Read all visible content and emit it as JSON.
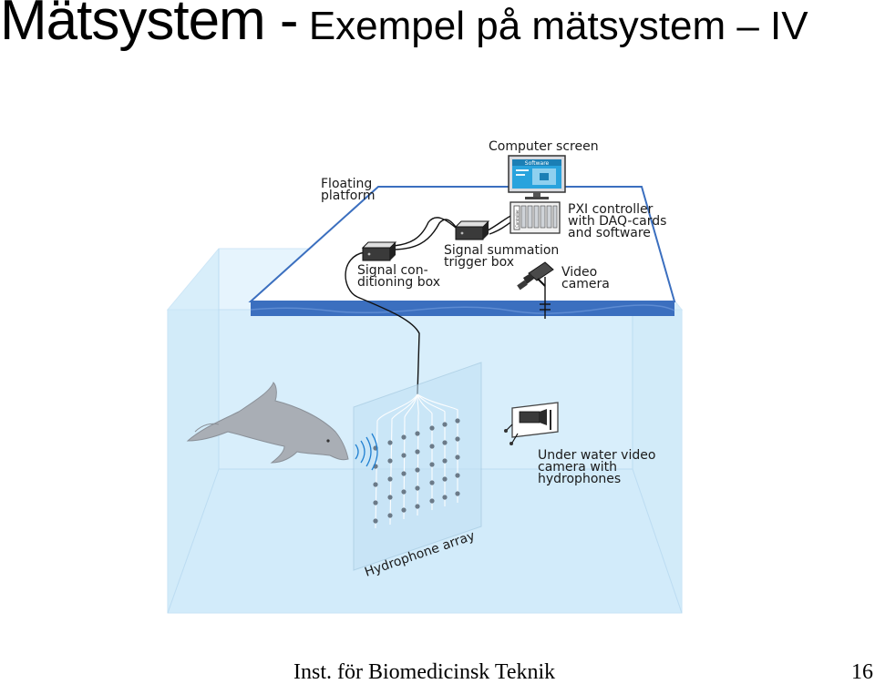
{
  "slide": {
    "title_main": "Mätsystem -",
    "title_sub": " Exempel på mätsystem – IV",
    "footer_institution": "Inst. för Biomedicinsk Teknik",
    "page_number": "16"
  },
  "diagram": {
    "labels": {
      "computer_screen": "Computer screen",
      "software": "Software",
      "controller_label": "Controller",
      "floating_platform_1": "Floating",
      "floating_platform_2": "platform",
      "pxi_1": "PXI controller",
      "pxi_2": "with DAQ-cards",
      "pxi_3": "and software",
      "signal_summation_1": "Signal summation",
      "signal_summation_2": "trigger box",
      "signal_conditioning_1": "Signal con-",
      "signal_conditioning_2": "ditioning box",
      "video_camera_1": "Video",
      "video_camera_2": "camera",
      "underwater_1": "Under water video",
      "underwater_2": "camera with",
      "underwater_3": "hydrophones",
      "hydrophone_array": "Hydrophone array"
    },
    "colors": {
      "water": "#d8eefb",
      "platform_top": "#ffffff",
      "platform_edge": "#3b6fbf",
      "screen": "#29a3dd",
      "dolphin": "#a9aeb5"
    }
  }
}
